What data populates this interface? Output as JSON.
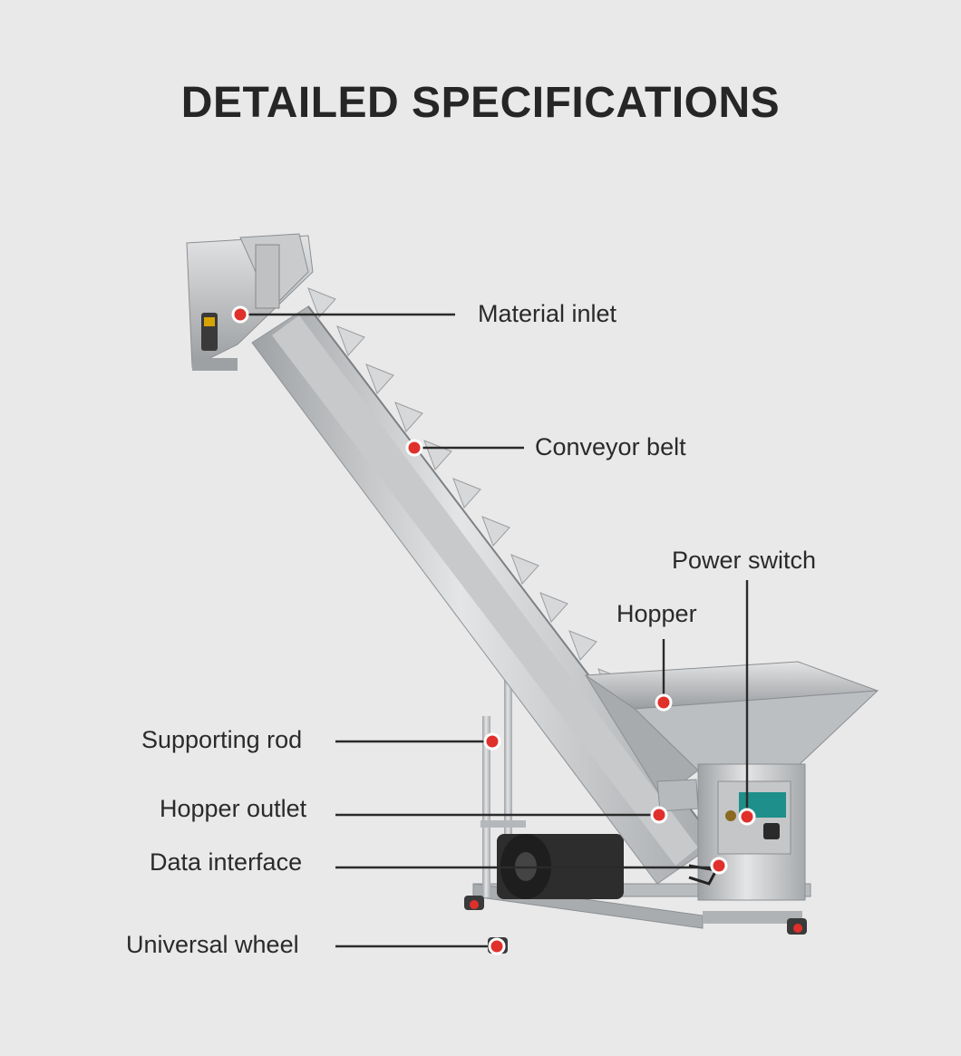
{
  "title": "DETAILED SPECIFICATIONS",
  "callouts": {
    "material_inlet": "Material inlet",
    "conveyor_belt": "Conveyor belt",
    "power_switch": "Power switch",
    "hopper": "Hopper",
    "supporting_rod": "Supporting rod",
    "hopper_outlet": "Hopper outlet",
    "data_interface": "Data interface",
    "universal_wheel": "Universal wheel"
  },
  "colors": {
    "background": "#e9e9e9",
    "marker": "#e0302b",
    "steel_light": "#d4d6d8",
    "steel_mid": "#b3b6b9",
    "steel_dark": "#86898c",
    "control_panel": "#1e8f8a",
    "motor": "#2b2b2b"
  }
}
